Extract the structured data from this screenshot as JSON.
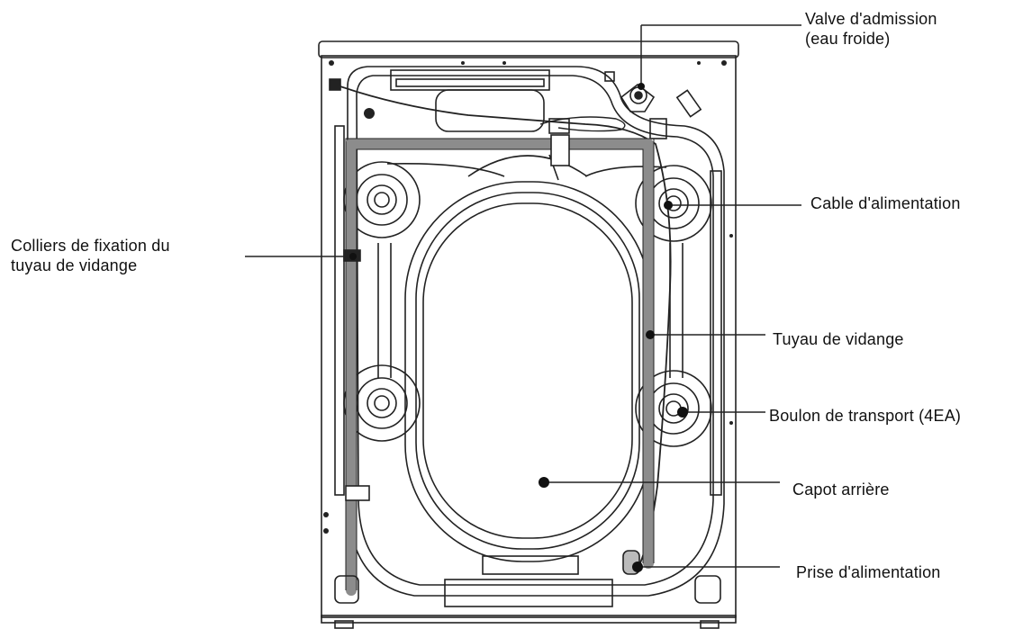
{
  "labels": {
    "inlet_valve": [
      "Valve d'admission",
      "(eau froide)"
    ],
    "power_cable": "Cable d'alimentation",
    "hose_clips": [
      "Colliers de fixation du",
      "tuyau de vidange"
    ],
    "drain_hose": "Tuyau de vidange",
    "transport_bolt": "Boulon de transport (4EA)",
    "rear_cover": "Capot arrière",
    "power_plug": "Prise d'alimentation"
  },
  "colors": {
    "line": "#222222",
    "hose": "#8c8c8c",
    "background": "#ffffff"
  }
}
